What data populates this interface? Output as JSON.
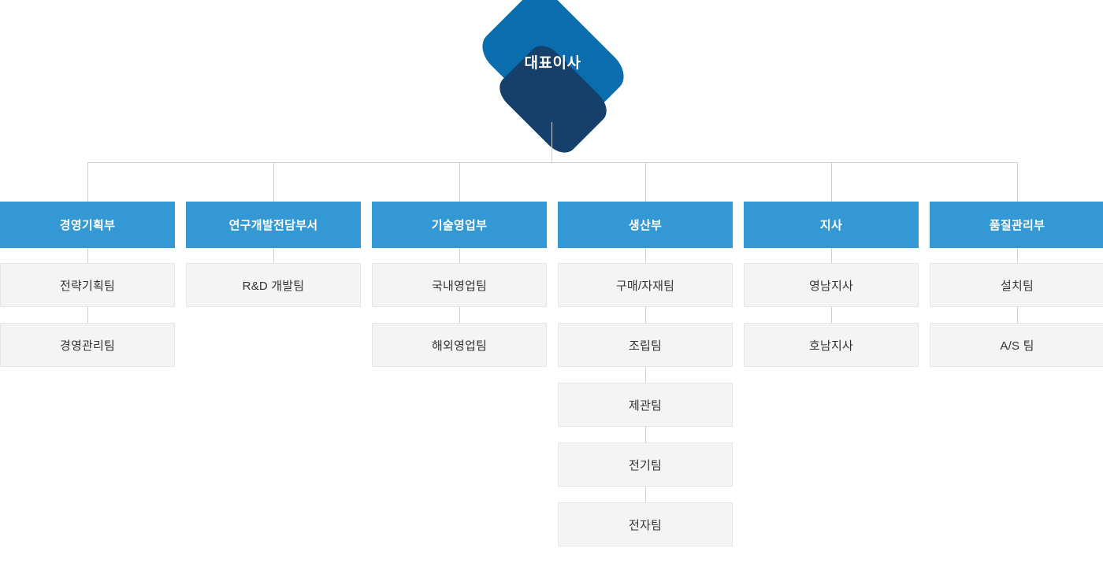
{
  "chart": {
    "type": "organization-chart",
    "title_visible": false,
    "colors": {
      "root_fill": "#0a6dad",
      "root_shadow": "#15406b",
      "department_fill": "#3498d4",
      "department_text": "#ffffff",
      "team_fill": "#f4f4f4",
      "team_border": "#e6e6e6",
      "team_text": "#333333",
      "connector": "#cfcfcf",
      "background": "#ffffff"
    },
    "root": {
      "label": "대표이사"
    },
    "departments": [
      {
        "label": "경영기획부",
        "teams": [
          "전략기획팀",
          "경영관리팀"
        ]
      },
      {
        "label": "연구개발전담부서",
        "teams": [
          "R&D 개발팀"
        ]
      },
      {
        "label": "기술영업부",
        "teams": [
          "국내영업팀",
          "해외영업팀"
        ]
      },
      {
        "label": "생산부",
        "teams": [
          "구매/자재팀",
          "조립팀",
          "제관팀",
          "전기팀",
          "전자팀"
        ]
      },
      {
        "label": "지사",
        "teams": [
          "영남지사",
          "호남지사"
        ]
      },
      {
        "label": "품질관리부",
        "teams": [
          "설치팀",
          "A/S 팀"
        ]
      }
    ]
  }
}
